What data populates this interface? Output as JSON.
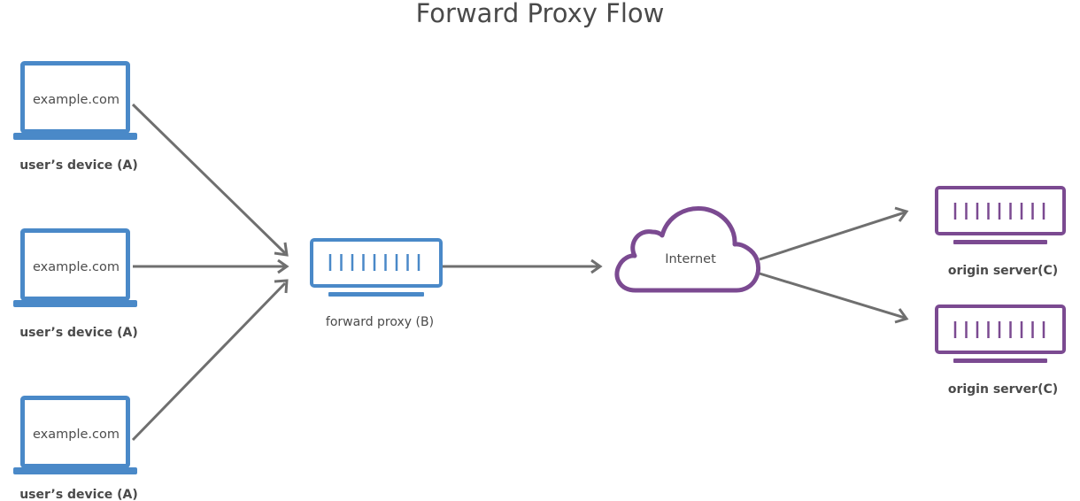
{
  "title": "Forward Proxy Flow",
  "devices": [
    {
      "screen_text": "example.com",
      "label": "user’s device (A)"
    },
    {
      "screen_text": "example.com",
      "label": "user’s device (A)"
    },
    {
      "screen_text": "example.com",
      "label": "user’s device (A)"
    }
  ],
  "proxy": {
    "label": "forward proxy (B)"
  },
  "internet": {
    "label": "Internet"
  },
  "servers": [
    {
      "label": "origin server(C)"
    },
    {
      "label": "origin server(C)"
    }
  ],
  "colors": {
    "device_blue": "#4a89c8",
    "server_purple": "#7b4a91",
    "arrow_gray": "#6f6f6f",
    "text_dark": "#4a4a4a"
  },
  "icons": {
    "device": "laptop-icon",
    "proxy": "proxy-appliance-icon",
    "internet": "cloud-icon",
    "server": "server-icon"
  }
}
